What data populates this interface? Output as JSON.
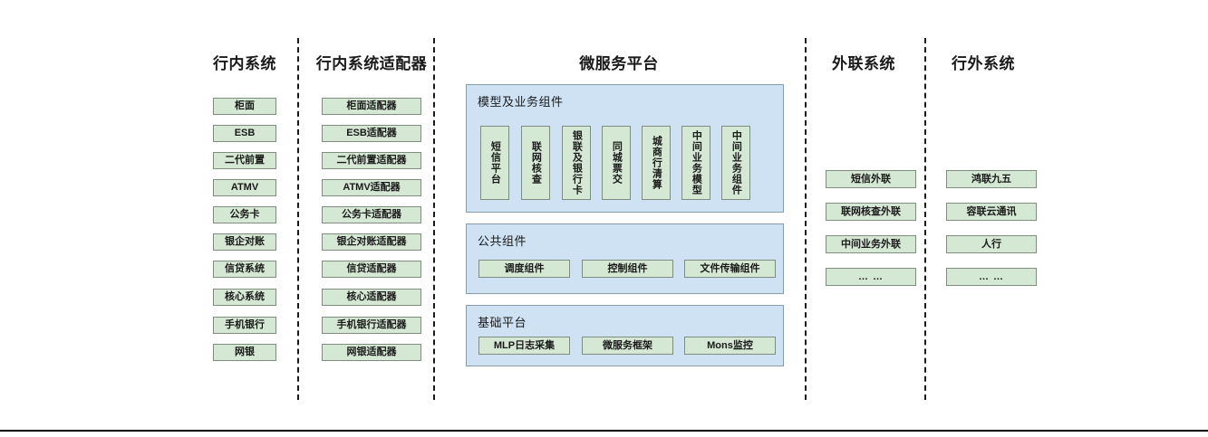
{
  "diagram": {
    "title_style_note": "",
    "colors": {
      "node_fill": "#d5e8d4",
      "node_border": "#7f8c7f",
      "panel_fill": "#cfe2f3",
      "panel_border": "#8a9bab",
      "divider": "#1a1a1a",
      "text": "#1a1a1a"
    },
    "columns": [
      {
        "id": "in-bank-systems",
        "title": "行内系统",
        "nodes": [
          {
            "label": "柜面"
          },
          {
            "label": "ESB"
          },
          {
            "label": "二代前置"
          },
          {
            "label": "ATMV"
          },
          {
            "label": "公务卡"
          },
          {
            "label": "银企对账"
          },
          {
            "label": "信贷系统"
          },
          {
            "label": "核心系统"
          },
          {
            "label": "手机银行"
          },
          {
            "label": "网银"
          }
        ]
      },
      {
        "id": "in-bank-adapters",
        "title": "行内系统适配器",
        "nodes": [
          {
            "label": "柜面适配器"
          },
          {
            "label": "ESB适配器"
          },
          {
            "label": "二代前置适配器"
          },
          {
            "label": "ATMV适配器"
          },
          {
            "label": "公务卡适配器"
          },
          {
            "label": "银企对账适配器"
          },
          {
            "label": "信贷适配器"
          },
          {
            "label": "核心适配器"
          },
          {
            "label": "手机银行适配器"
          },
          {
            "label": "网银适配器"
          }
        ]
      },
      {
        "id": "microservice-platform",
        "title": "微服务平台",
        "panels": [
          {
            "id": "model-business-components",
            "title": "模型及业务组件",
            "nodes": [
              {
                "label": "短信平台"
              },
              {
                "label": "联网核查"
              },
              {
                "label": "银联及银行卡"
              },
              {
                "label": "同城票交"
              },
              {
                "label": "城商行清算"
              },
              {
                "label": "中间业务模型"
              },
              {
                "label": "中间业务组件"
              }
            ]
          },
          {
            "id": "public-components",
            "title": "公共组件",
            "nodes": [
              {
                "label": "调度组件"
              },
              {
                "label": "控制组件"
              },
              {
                "label": "文件传输组件"
              }
            ]
          },
          {
            "id": "base-platform",
            "title": "基础平台",
            "nodes": [
              {
                "label": "MLP日志采集"
              },
              {
                "label": "微服务框架"
              },
              {
                "label": "Mons监控"
              }
            ]
          }
        ]
      },
      {
        "id": "external-link-systems",
        "title": "外联系统",
        "nodes": [
          {
            "label": "短信外联"
          },
          {
            "label": "联网核查外联"
          },
          {
            "label": "中间业务外联"
          },
          {
            "label": "… …"
          }
        ]
      },
      {
        "id": "out-of-bank-systems",
        "title": "行外系统",
        "nodes": [
          {
            "label": "鸿联九五"
          },
          {
            "label": "容联云通讯"
          },
          {
            "label": "人行"
          },
          {
            "label": "… …"
          }
        ]
      }
    ]
  }
}
